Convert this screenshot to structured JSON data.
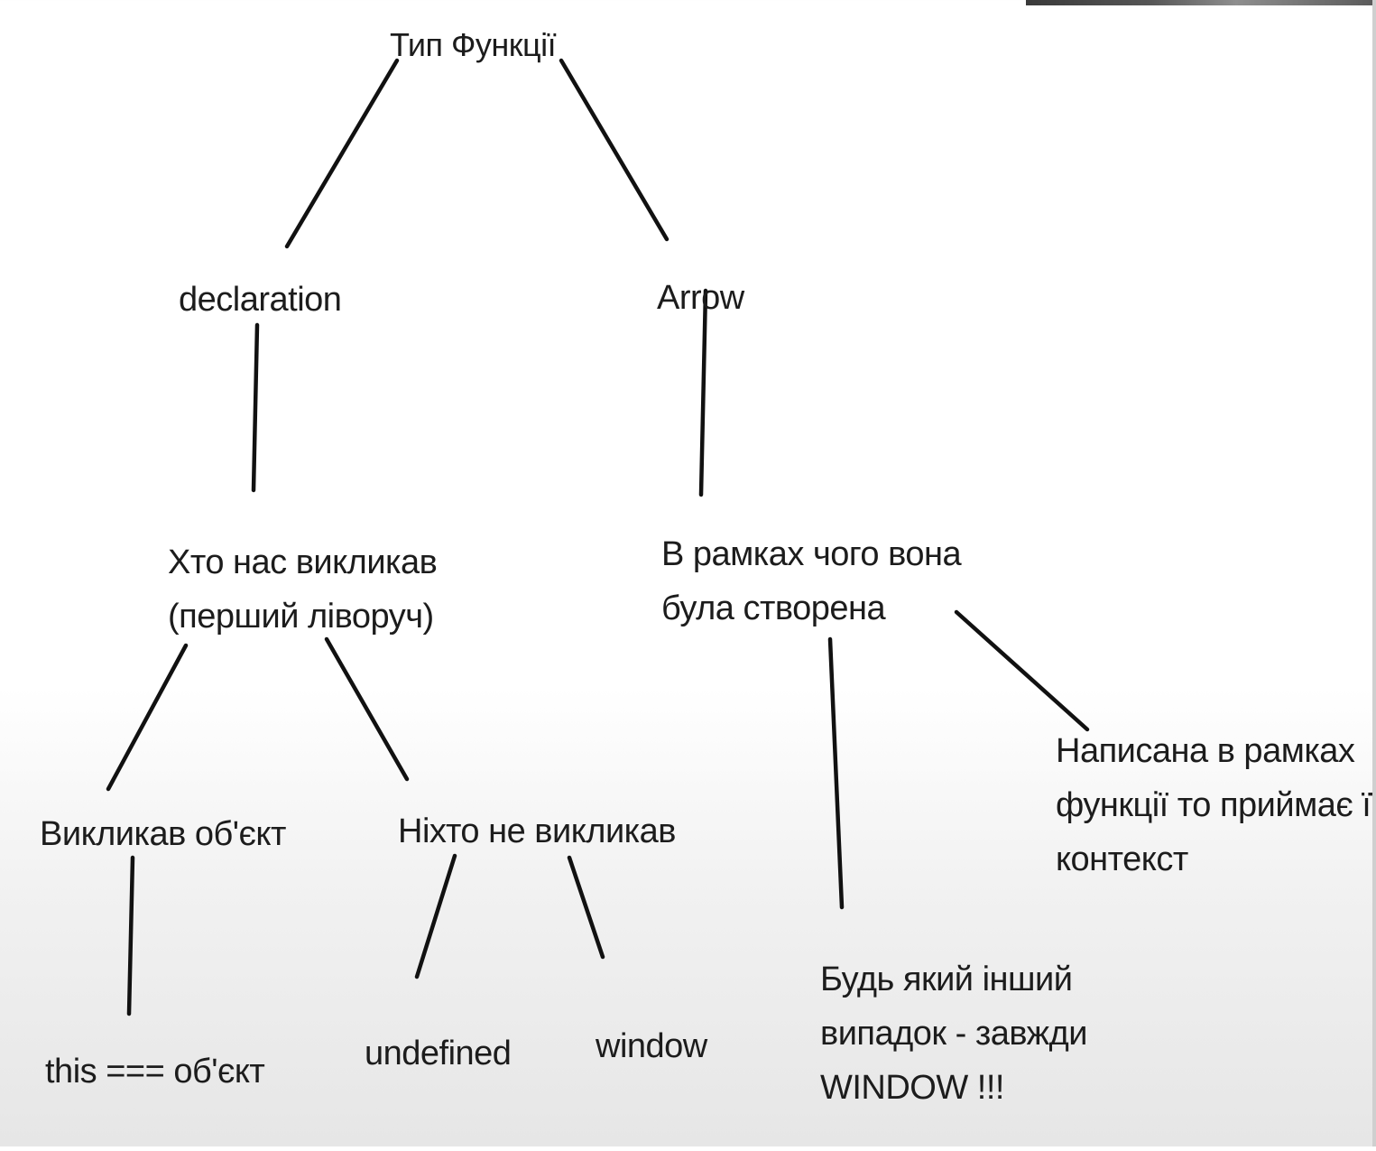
{
  "diagram": {
    "nodes": {
      "root": "Тип Функції",
      "declaration": "declaration",
      "arrow": "Arrow",
      "who_called": [
        "Хто нас викликав",
        "(перший ліворуч)"
      ],
      "within_what": [
        "В рамках чого вона",
        "була створена"
      ],
      "object_called": "Викликав об'єкт",
      "nobody_called": "Ніхто не викликав",
      "written_in_function": [
        "Написана в рамках",
        "функції то приймає її",
        "контекст"
      ],
      "this_object": "this === об'єкт",
      "undefined": "undefined",
      "window": "window",
      "any_other_case": [
        "Будь який інший",
        "випадок - завжди",
        "WINDOW !!!"
      ]
    },
    "edges": [
      {
        "from": "root",
        "to": "declaration"
      },
      {
        "from": "root",
        "to": "arrow"
      },
      {
        "from": "declaration",
        "to": "who_called"
      },
      {
        "from": "arrow",
        "to": "within_what"
      },
      {
        "from": "who_called",
        "to": "object_called"
      },
      {
        "from": "who_called",
        "to": "nobody_called"
      },
      {
        "from": "within_what",
        "to": "any_other_case"
      },
      {
        "from": "within_what",
        "to": "written_in_function"
      },
      {
        "from": "object_called",
        "to": "this_object"
      },
      {
        "from": "nobody_called",
        "to": "undefined"
      },
      {
        "from": "nobody_called",
        "to": "window"
      }
    ],
    "colors": {
      "line": "#111111",
      "text": "#1c1c1c",
      "background": "#ffffff"
    }
  }
}
